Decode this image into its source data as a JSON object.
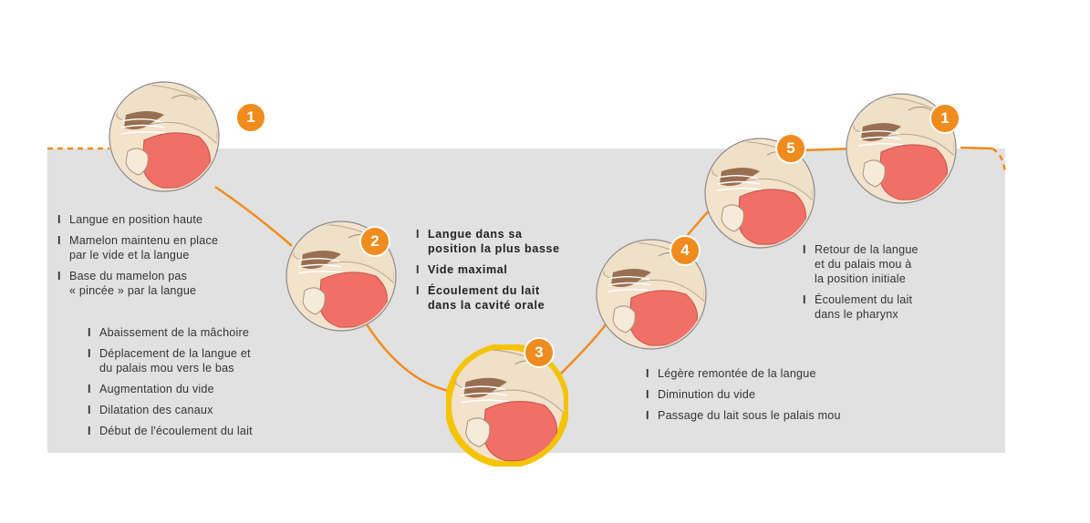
{
  "steps": [
    {
      "number": "1",
      "highlight": false
    },
    {
      "number": "2",
      "highlight": false
    },
    {
      "number": "3",
      "highlight": true
    },
    {
      "number": "4",
      "highlight": false
    },
    {
      "number": "5",
      "highlight": false
    },
    {
      "number": "1",
      "highlight": false
    }
  ],
  "notes": {
    "step1": [
      "Langue en position haute",
      "Mamelon maintenu en place\npar le vide et la langue",
      "Base du mamelon pas\n« pincée » par la langue"
    ],
    "step2": [
      "Abaissement de la mâchoire",
      "Déplacement de la langue et\ndu palais mou vers le bas",
      "Augmentation du vide",
      "Dilatation des canaux",
      "Début de l'écoulement du lait"
    ],
    "step3": [
      "Langue dans sa\nposition la plus basse",
      "Vide maximal",
      "Écoulement du lait\ndans la cavité orale"
    ],
    "step4": [
      "Légère remontée de la langue",
      "Diminution du vide",
      "Passage du lait sous le palais mou"
    ],
    "step5": [
      "Retour de la langue\net du palais mou à\nla position initiale",
      "Écoulement du lait\ndans le pharynx"
    ]
  },
  "colors": {
    "accent": "#f08c1e",
    "highlight_ring": "#f5c400",
    "panel": "#e1e1e1",
    "tongue": "#f07068",
    "skin": "#f3e2cc",
    "tissue": "#8a5a3c"
  }
}
